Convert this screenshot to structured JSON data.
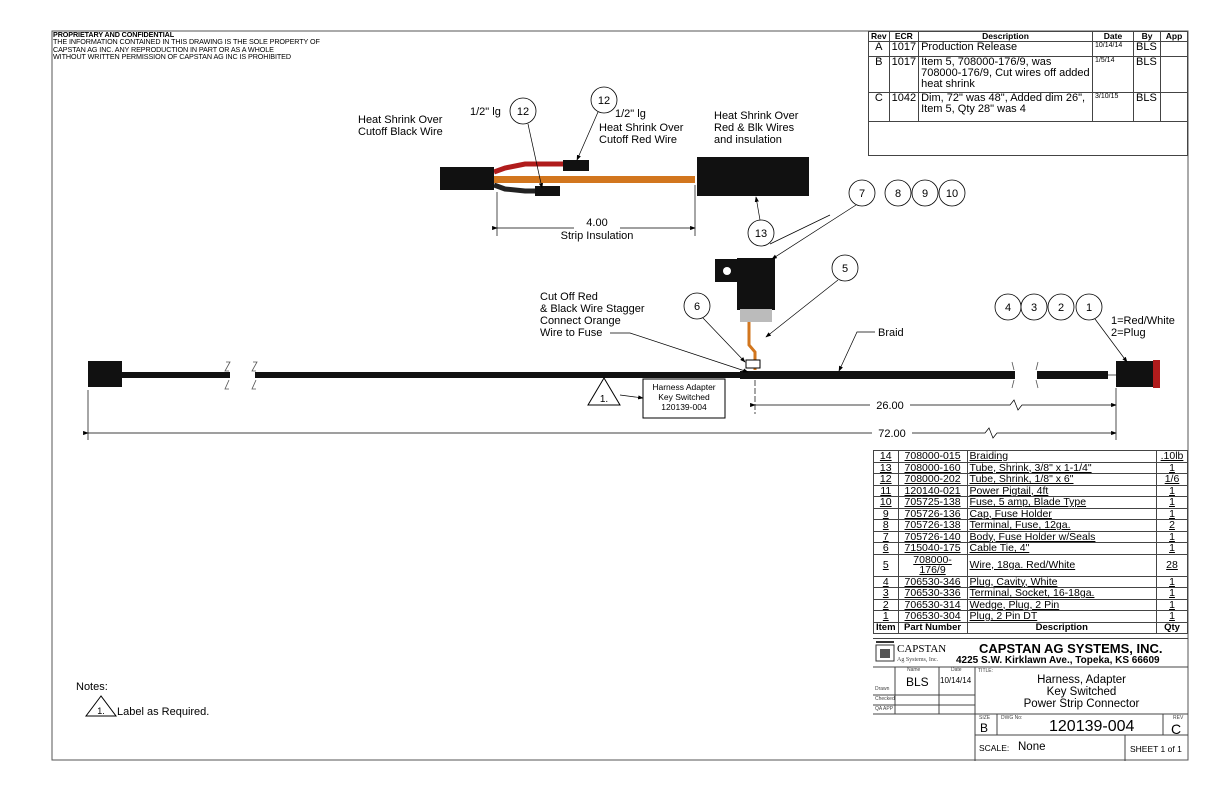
{
  "proprietary": {
    "title": "PROPRIETARY AND CONFIDENTIAL",
    "lines": [
      "THE INFORMATION CONTAINED IN THIS DRAWING IS THE SOLE PROPERTY OF",
      "CAPSTAN AG INC. ANY REPRODUCTION IN PART OR AS A WHOLE",
      "WITHOUT WRITTEN PERMISSION OF CAPSTAN AG INC IS PROHIBITED"
    ]
  },
  "revisions": {
    "headers": [
      "Rev",
      "ECR",
      "Description",
      "Date",
      "By",
      "App"
    ],
    "rows": [
      {
        "rev": "A",
        "ecr": "1017",
        "desc": "Production Release",
        "date": "10/14/14",
        "by": "BLS",
        "app": ""
      },
      {
        "rev": "B",
        "ecr": "1017",
        "desc": "Item 5, 708000-176/9, was 708000-176/9, Cut wires off added heat shrink",
        "date": "1/5/14",
        "by": "BLS",
        "app": ""
      },
      {
        "rev": "C",
        "ecr": "1042",
        "desc": "Dim, 72\" was 48\", Added dim 26\", Item 5, Qty 28\" was 4",
        "date": "3/10/15",
        "by": "BLS",
        "app": ""
      }
    ]
  },
  "detail": {
    "hs_black": [
      "Heat Shrink Over",
      "Cutoff Black Wire"
    ],
    "half_lg_1": "1/2\" lg",
    "half_lg_2": "1/2\" lg",
    "hs_red": [
      "Heat Shrink Over",
      "Cutoff Red Wire"
    ],
    "hs_both": [
      "Heat Shrink Over",
      "Red & Blk Wires",
      "and insulation"
    ],
    "dim_value": "4.00",
    "dim_label": "Strip Insulation"
  },
  "balloons": {
    "b12a": "12",
    "b12b": "12",
    "b13": "13",
    "b7": "7",
    "b8": "8",
    "b9": "9",
    "b10": "10",
    "b5": "5",
    "b6": "6",
    "b4": "4",
    "b3": "3",
    "b2": "2",
    "b1": "1"
  },
  "main": {
    "cutoff_note": [
      "Cut Off Red",
      "& Black Wire Stagger",
      "Connect Orange",
      "Wire to Fuse"
    ],
    "braid": "Braid",
    "pin_note": [
      "1=Red/White",
      "2=Plug"
    ],
    "label_tri": "1.",
    "label_box": [
      "Harness Adapter",
      "Key Switched",
      "120139-004"
    ],
    "dim_26": "26.00",
    "dim_72": "72.00"
  },
  "colors": {
    "red": "#b01c1c",
    "orange": "#d2761e",
    "black": "#111111"
  },
  "bom": {
    "headers": [
      "Item",
      "Part Number",
      "Description",
      "Qty"
    ],
    "rows": [
      [
        "14",
        "708000-015",
        "Braiding",
        ".10lb"
      ],
      [
        "13",
        "708000-160",
        "Tube, Shrink, 3/8\" x 1-1/4\"",
        "1"
      ],
      [
        "12",
        "708000-202",
        "Tube, Shrink, 1/8\" x 6\"",
        "1/6"
      ],
      [
        "11",
        "120140-021",
        "Power Pigtail, 4ft",
        "1"
      ],
      [
        "10",
        "705725-138",
        "Fuse, 5 amp, Blade Type",
        "1"
      ],
      [
        "9",
        "705726-136",
        "Cap, Fuse Holder",
        "1"
      ],
      [
        "8",
        "705726-138",
        "Terminal, Fuse, 12ga.",
        "2"
      ],
      [
        "7",
        "705726-140",
        "Body, Fuse Holder w/Seals",
        "1"
      ],
      [
        "6",
        "715040-175",
        "Cable Tie, 4\"",
        "1"
      ],
      [
        "5",
        "708000-176/9",
        "Wire, 18ga. Red/White",
        "28"
      ],
      [
        "4",
        "706530-346",
        "Plug, Cavity, White",
        "1"
      ],
      [
        "3",
        "706530-336",
        "Terminal, Socket, 16-18ga.",
        "1"
      ],
      [
        "2",
        "706530-314",
        "Wedge, Plug, 2 Pin",
        "1"
      ],
      [
        "1",
        "706530-304",
        "Plug, 2 Pin DT",
        "1"
      ]
    ]
  },
  "titleblock": {
    "logo_name": "CAPSTAN",
    "logo_sub": "Ag Systems, Inc.",
    "company": "CAPSTAN AG SYSTEMS, INC.",
    "address": "4225 S.W. Kirklawn Ave., Topeka, KS 66609",
    "name_lbl": "Name",
    "date_lbl": "Date",
    "drawn_lbl": "Drawn",
    "checked_lbl": "Checked",
    "qa_lbl": "QA APP",
    "drawn_name": "BLS",
    "drawn_date": "10/14/14",
    "title_lbl": "TITLE:",
    "title": [
      "Harness, Adapter",
      "Key Switched",
      "Power Strip Connector"
    ],
    "size_lbl": "SIZE",
    "size": "B",
    "dwg_lbl": "DWG No:",
    "dwg_no": "120139-004",
    "rev_lbl": "REV",
    "rev": "C",
    "scale_lbl": "SCALE:",
    "scale": "None",
    "sheet": "SHEET 1 of 1"
  },
  "notes": {
    "title": "Notes:",
    "tri": "1.",
    "text": "Label as Required."
  }
}
